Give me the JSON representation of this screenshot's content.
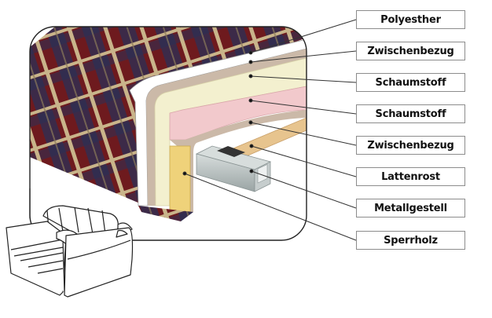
{
  "diagram": {
    "title": "Sofa cross-section layers",
    "labels": [
      {
        "text": "Polyesther",
        "layer": "polyester-cover"
      },
      {
        "text": "Zwischenbezug",
        "layer": "intermediate-cover-top"
      },
      {
        "text": "Schaumstoff",
        "layer": "foam-upper"
      },
      {
        "text": "Schaumstoff",
        "layer": "foam-pink"
      },
      {
        "text": "Zwischenbezug",
        "layer": "intermediate-cover-bottom"
      },
      {
        "text": "Lattenrost",
        "layer": "slatted-frame"
      },
      {
        "text": "Metallgestell",
        "layer": "metal-frame"
      },
      {
        "text": "Sperrholz",
        "layer": "plywood"
      }
    ],
    "colors": {
      "fabric_red": "#6e1a1e",
      "fabric_navy": "#2a2f55",
      "fabric_stripe": "#c9b48a",
      "cover_white": "#ffffff",
      "intermediate": "#cbb9a8",
      "foam_cream": "#f3f0cf",
      "foam_pink": "#f2c9cc",
      "wood": "#e7c48e",
      "metal": "#b9c2c2",
      "plywood": "#efd27a",
      "leader": "#333333"
    }
  }
}
